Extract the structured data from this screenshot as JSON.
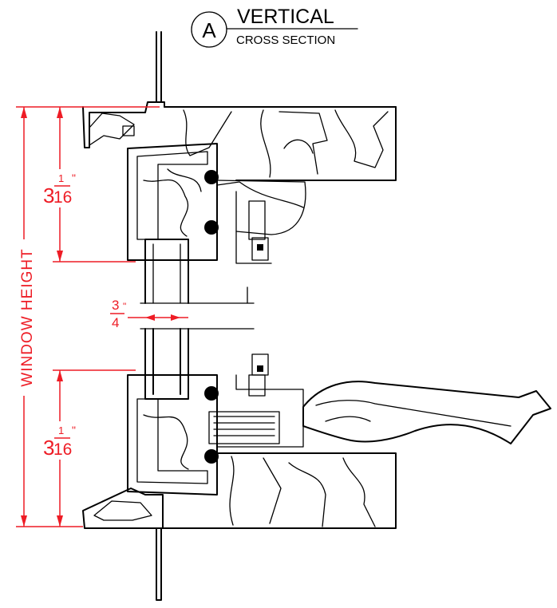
{
  "title": {
    "marker": "A",
    "main": "VERTICAL",
    "sub": "CROSS SECTION"
  },
  "dimensions": {
    "window_height": "WINDOW HEIGHT",
    "top_frame": {
      "whole": "3",
      "num": "1",
      "den": "16",
      "unit": "\""
    },
    "bottom_frame": {
      "whole": "3",
      "num": "1",
      "den": "16",
      "unit": "\""
    },
    "glass_gap": {
      "num": "3",
      "den": "4",
      "unit": "\""
    }
  },
  "colors": {
    "linework": "#000000",
    "dimension": "#ee1c25",
    "background": "#ffffff"
  }
}
